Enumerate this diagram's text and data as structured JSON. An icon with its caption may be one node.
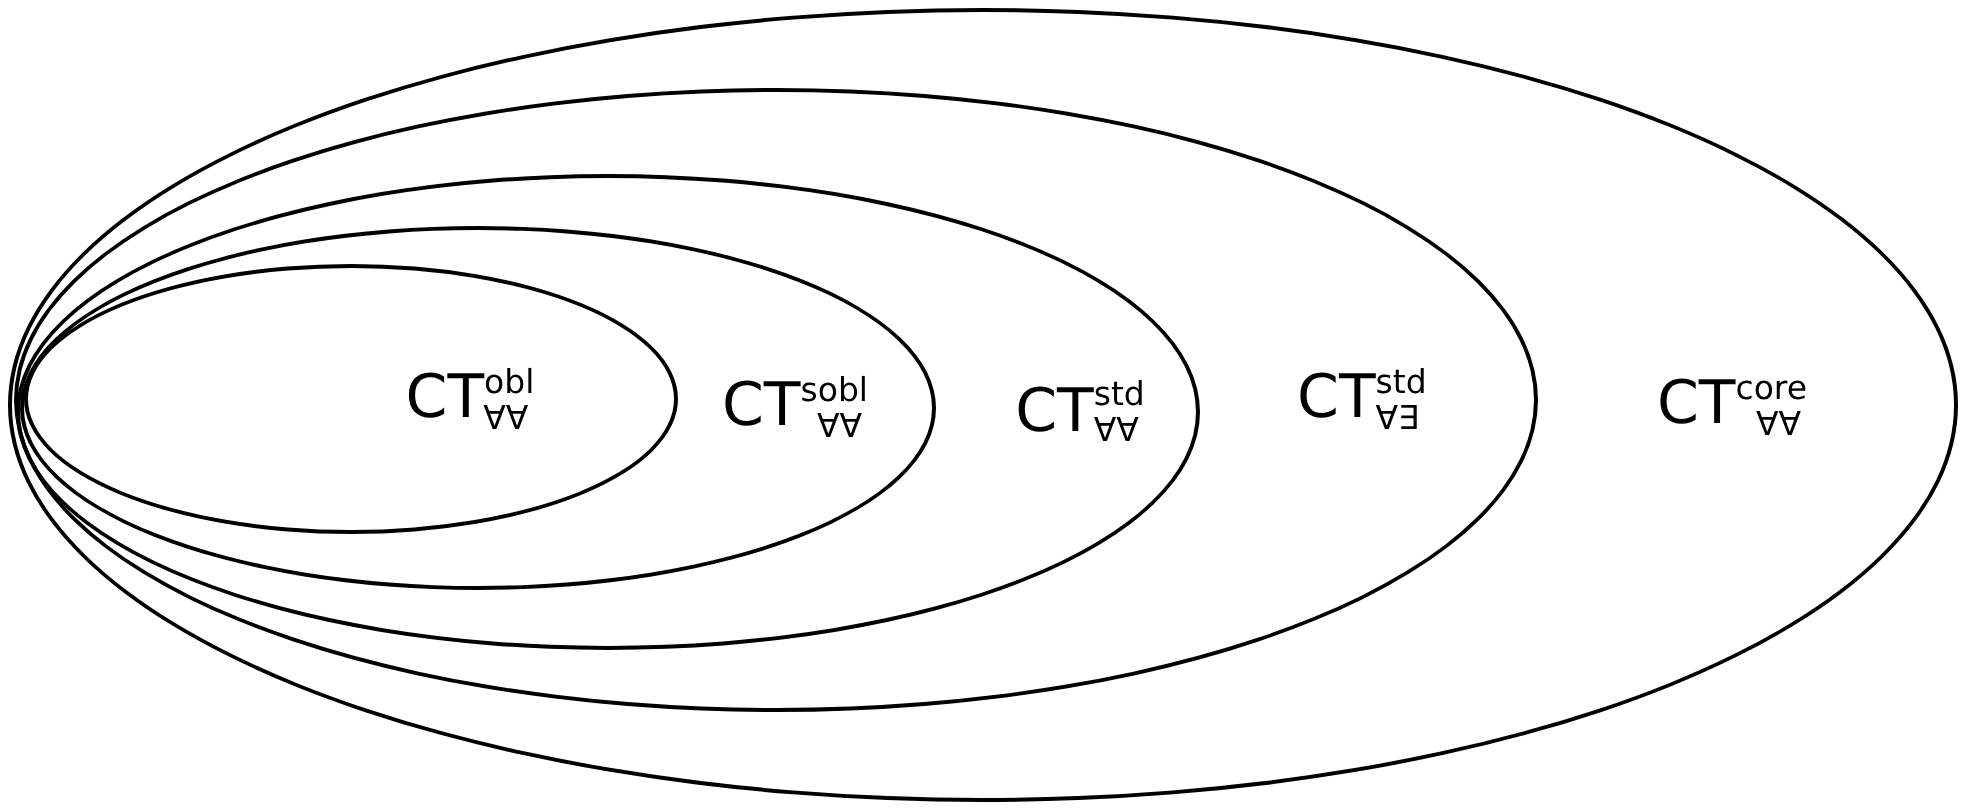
{
  "diagram": {
    "nodes": [
      {
        "text": [
          "CT$^{core}$$_{∀∀}$"
        ]
      },
      {
        "text": [
          "CT$^{std}$$_{∀∃}$"
        ],
        "in": 0
      },
      {
        "text": [
          "CT$^{std}$$_{∀∀}$"
        ],
        "in": 1
      },
      {
        "text": [
          "CT$^{sobl}$$_{∀∀}$"
        ],
        "in": 2
      },
      {
        "text": [
          "CT$^{obl}$$_{∀∀}$"
        ],
        "in": 3
      }
    ]
  }
}
